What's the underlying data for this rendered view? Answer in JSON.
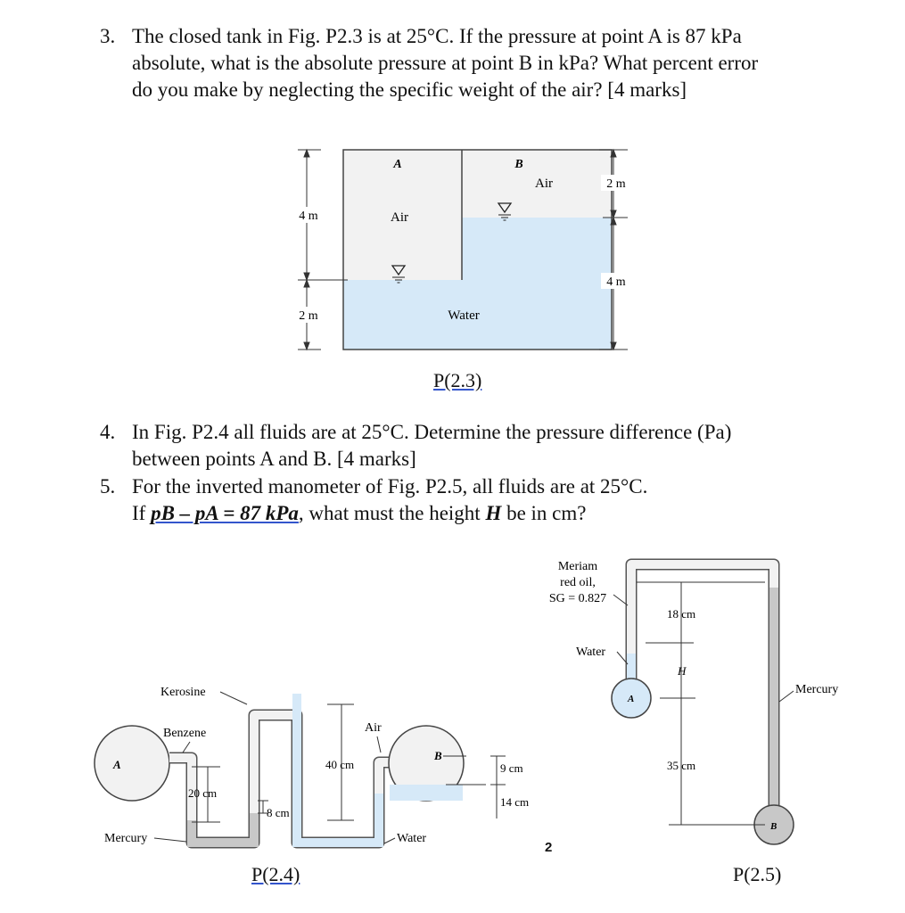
{
  "q3": {
    "number": "3.",
    "line1": "The closed tank in Fig. P2.3 is at 25°C. If the pressure at point A is 87 kPa",
    "line2": "absolute, what is the absolute pressure at point B in kPa? What percent error",
    "line3": "do you make by neglecting the specific weight of the air? [4 marks]"
  },
  "fig23": {
    "caption": "P(2.3)",
    "labels": {
      "A": "A",
      "B": "B",
      "air_left": "Air",
      "air_right": "Air",
      "water": "Water",
      "dim_4m_left": "4 m",
      "dim_2m_left": "2 m",
      "dim_2m_right": "2 m",
      "dim_4m_right": "4 m"
    }
  },
  "q4": {
    "number": "4.",
    "line1": "In Fig. P2.4 all fluids are at 25°C. Determine the pressure difference (Pa)",
    "line2": "between points A and B. [4 marks]"
  },
  "q5": {
    "number": "5.",
    "line1": "For the inverted manometer of Fig. P2.5, all fluids are at 25°C.",
    "line2_prefix": "If ",
    "line2_expr": "pB – pA = 87 kPa",
    "line2_mid": ", what must the height ",
    "line2_var": "H",
    "line2_suffix": " be in cm?"
  },
  "fig24": {
    "caption": "P(2.4)",
    "labels": {
      "A": "A",
      "B": "B",
      "kerosine": "Kerosine",
      "benzene": "Benzene",
      "mercury": "Mercury",
      "air": "Air",
      "water": "Water",
      "dim_20cm": "20 cm",
      "dim_8cm": "8 cm",
      "dim_40cm": "40 cm",
      "dim_9cm": "9 cm",
      "dim_14cm": "14 cm"
    }
  },
  "fig25": {
    "caption": "P(2.5)",
    "labels": {
      "meriam1": "Meriam",
      "meriam2": "red oil,",
      "meriam3": "SG = 0.827",
      "water": "Water",
      "A": "A",
      "B": "B",
      "mercury": "Mercury",
      "dim_18cm": "18 cm",
      "dim_H": "H",
      "dim_35cm": "35 cm"
    }
  },
  "page_number": "2",
  "colors": {
    "water": "#d6e9f8",
    "air": "#f2f2f2",
    "mercury": "#c8c8c8",
    "tube_outline": "#555555"
  }
}
